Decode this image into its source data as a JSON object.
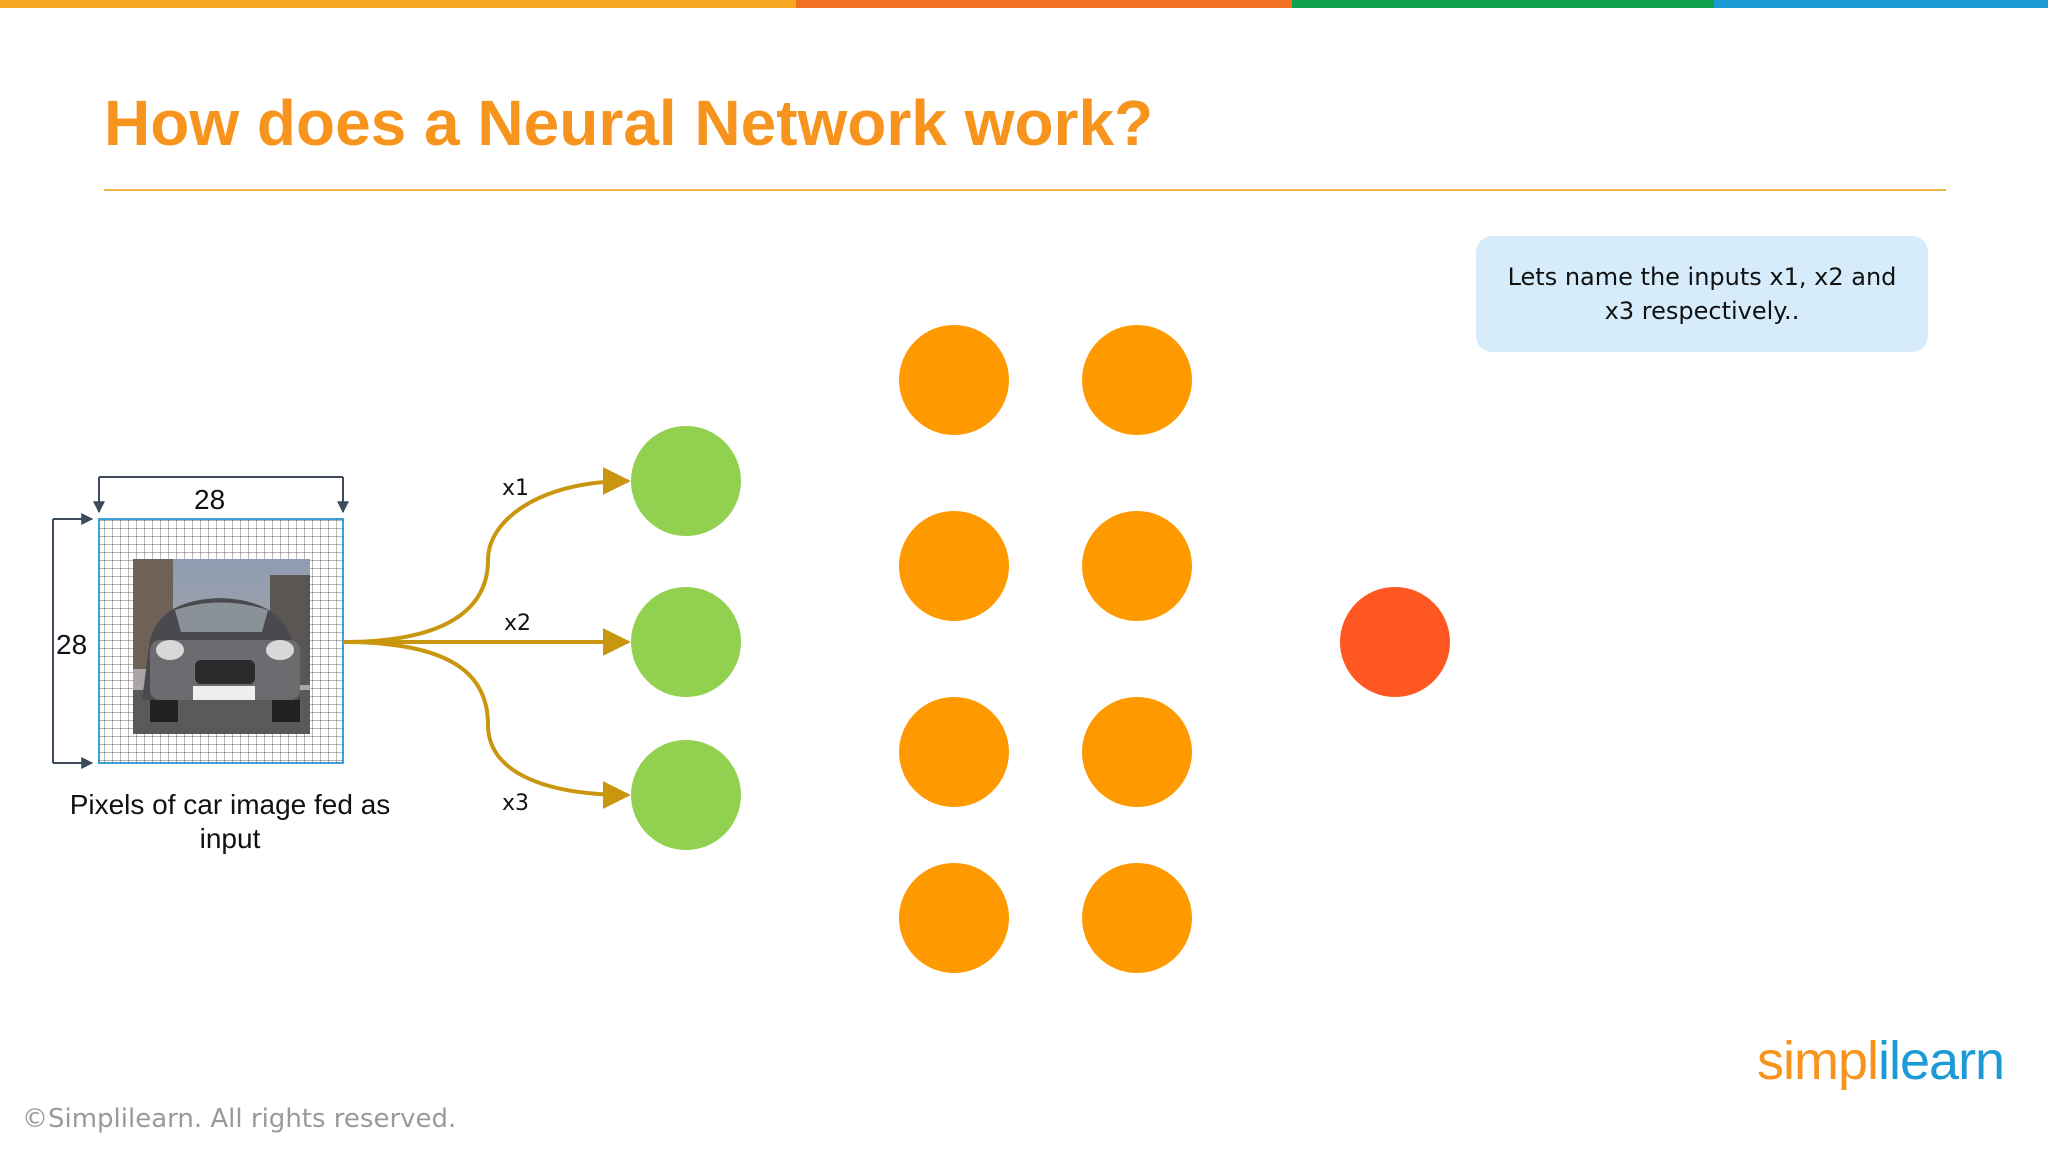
{
  "slide": {
    "title": "How does a Neural Network work?",
    "callout": "Lets name the inputs x1, x2 and x3 respectively..",
    "footer": "©Simplilearn. All rights reserved.",
    "logo": {
      "part1": "simpl",
      "part2": "ilearn"
    }
  },
  "input_image": {
    "width_label": "28",
    "height_label": "28",
    "caption": "Pixels of car image fed as input"
  },
  "edges": {
    "labels": [
      "x1",
      "x2",
      "x3"
    ],
    "color": "#c8960f"
  },
  "network": {
    "input_color": "#92d050",
    "hidden_color": "#ff9900",
    "output_color": "#ff5722",
    "input_nodes": 3,
    "hidden_layers": 2,
    "hidden_nodes_per_layer": 4,
    "output_nodes": 1
  },
  "colors": {
    "title": "#f7941d",
    "top_bar": [
      "#f7a823",
      "#f36f21",
      "#0fa14b",
      "#1b9ad6"
    ]
  }
}
